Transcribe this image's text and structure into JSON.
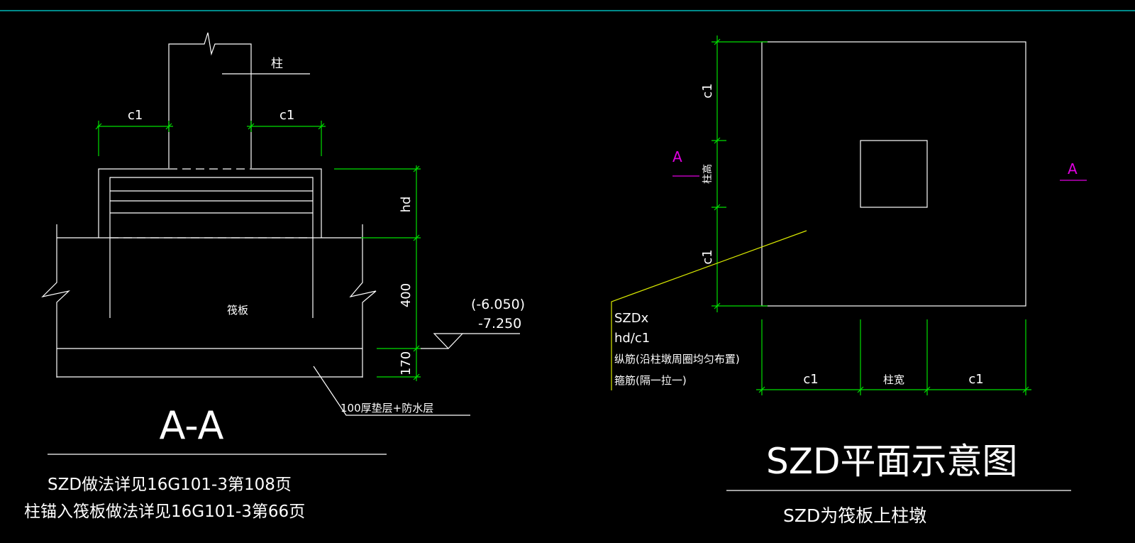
{
  "section": {
    "column_label": "柱",
    "c1_left": "c1",
    "c1_right": "c1",
    "dim_hd": "hd",
    "dim_400": "400",
    "dim_170": "170",
    "raft_label": "筏板",
    "elev_top": "(-6.050)",
    "elev_bottom": "-7.250",
    "cushion_note": "100厚垫层+防水层",
    "title": "A-A",
    "note_line1": "SZD做法详见16G101-3第108页",
    "note_line2": "柱锚入筏板做法详见16G101-3第66页"
  },
  "plan": {
    "dim_c1_top": "c1",
    "dim_col_height": "柱高",
    "dim_c1_bottom": "c1",
    "dim_c1_left": "c1",
    "dim_col_width": "柱宽",
    "dim_c1_right": "c1",
    "cut_left": "A",
    "cut_right": "A",
    "leader_lines": [
      "SZDx",
      "hd/c1",
      "纵筋(沿柱墩周圈均匀布置)",
      "箍筋(隔一拉一)"
    ],
    "title": "SZD平面示意图",
    "subtitle": "SZD为筏板上柱墩"
  },
  "colors": {
    "background": "#000000",
    "geometry": "#ffffff",
    "dimension": "#00e000",
    "leader": "#d8e800",
    "section_mark": "#e000e0",
    "frame": "#00b8b8"
  }
}
